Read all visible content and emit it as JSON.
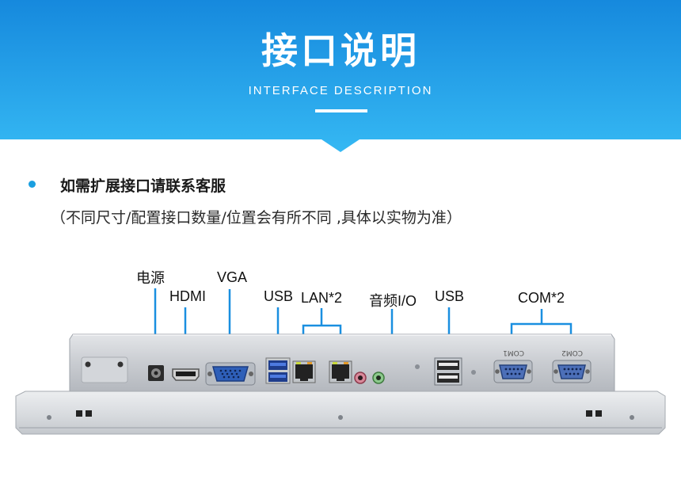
{
  "header": {
    "title": "接口说明",
    "subtitle": "INTERFACE DESCRIPTION",
    "colors": {
      "gradient_top": "#1a90e0",
      "gradient_bottom": "#33b6f2"
    }
  },
  "notice": {
    "text": "如需扩展接口请联系客服",
    "note": "（不同尺寸/配置接口数量/位置会有所不同 ,具体以实物为准）",
    "bullet_color": "#1a9fe0"
  },
  "ports": [
    {
      "label": "电源",
      "icon": "power-jack-icon"
    },
    {
      "label": "HDMI",
      "icon": "hdmi-port-icon"
    },
    {
      "label": "VGA",
      "icon": "vga-port-icon"
    },
    {
      "label": "USB",
      "icon": "usb-port-icon"
    },
    {
      "label": "LAN*2",
      "icon": "ethernet-port-icon"
    },
    {
      "label": "音频I/O",
      "icon": "audio-jack-icon"
    },
    {
      "label": "USB",
      "icon": "usb-port-icon"
    },
    {
      "label": "COM*2",
      "icon": "serial-port-icon"
    }
  ],
  "connector_labels": {
    "com1": "COM1",
    "com2": "COM2"
  }
}
